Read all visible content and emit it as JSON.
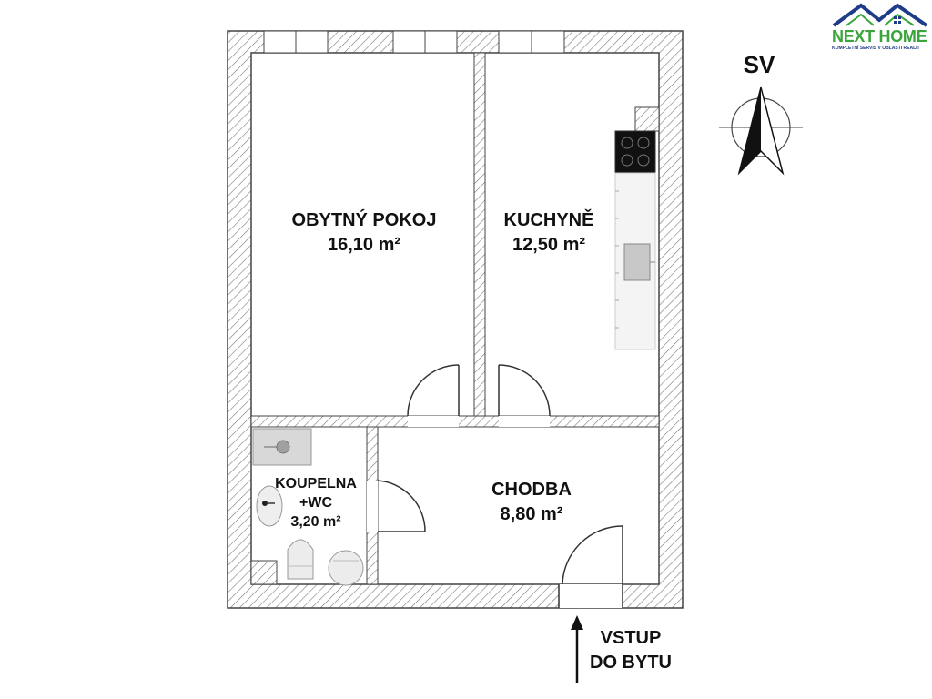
{
  "rooms": {
    "living": {
      "name": "OBYTNÝ POKOJ",
      "area": "16,10 m²"
    },
    "kitchen": {
      "name": "KUCHYNĚ",
      "area": "12,50 m²"
    },
    "bathroom": {
      "name_line1": "KOUPELNA",
      "name_line2": "+WC",
      "area": "3,20 m²"
    },
    "hallway": {
      "name": "CHODBA",
      "area": "8,80 m²"
    }
  },
  "entrance": {
    "line1": "VSTUP",
    "line2": "DO BYTU"
  },
  "compass": {
    "label": "SV"
  },
  "logo": {
    "name": "NEXT HOME",
    "tagline": "KOMPLETNÍ SERVIS V OBLASTI REALIT"
  },
  "colors": {
    "wall_hatch": "#8a8a8a",
    "logo_blue": "#1f3c88",
    "logo_green": "#3aa53a"
  }
}
